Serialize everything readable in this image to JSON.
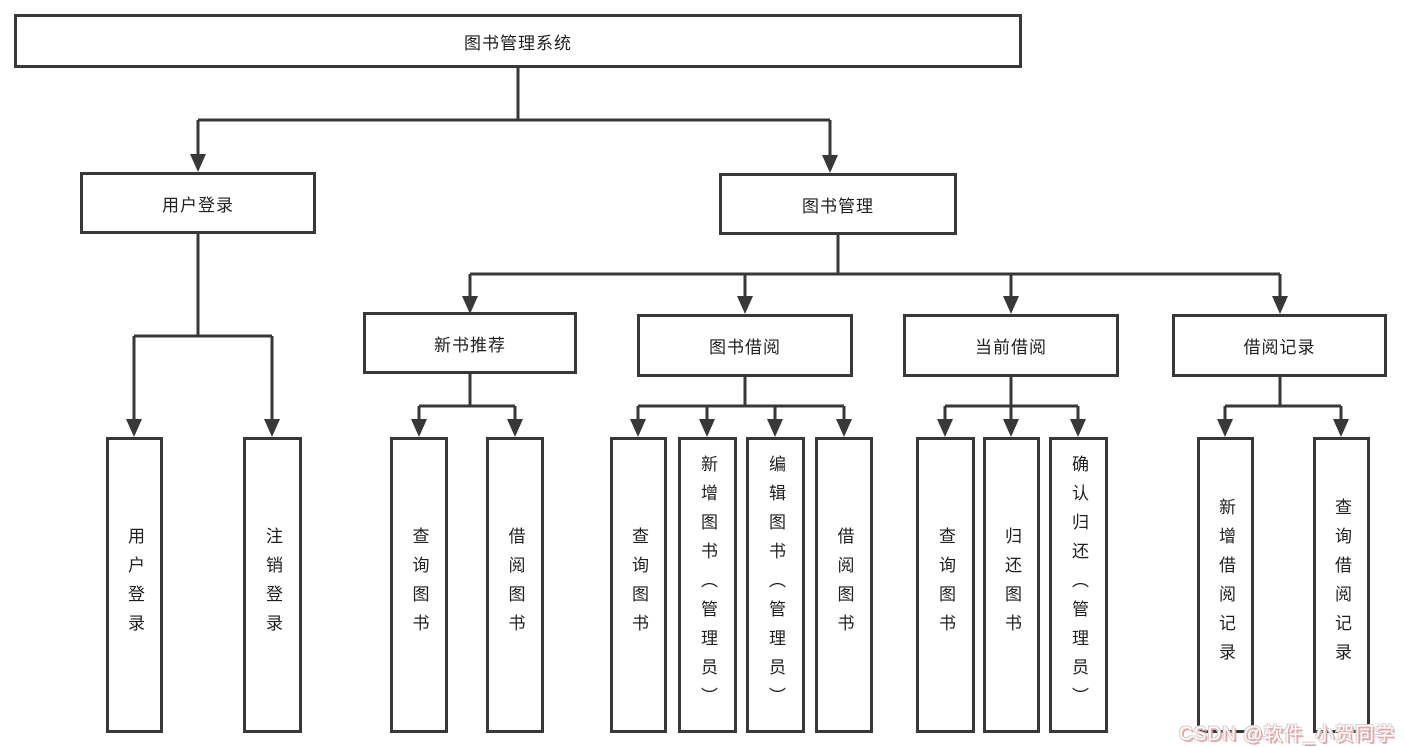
{
  "diagram": {
    "title": "图书管理系统",
    "tree": {
      "label": "图书管理系统",
      "children": [
        {
          "label": "用户登录",
          "children": [
            {
              "label": "用户登录"
            },
            {
              "label": "注销登录"
            }
          ]
        },
        {
          "label": "图书管理",
          "children": [
            {
              "label": "新书推荐",
              "children": [
                {
                  "label": "查询图书"
                },
                {
                  "label": "借阅图书"
                }
              ]
            },
            {
              "label": "图书借阅",
              "children": [
                {
                  "label": "查询图书"
                },
                {
                  "label": "新增图书（管理员）"
                },
                {
                  "label": "编辑图书（管理员）"
                },
                {
                  "label": "借阅图书"
                }
              ]
            },
            {
              "label": "当前借阅",
              "children": [
                {
                  "label": "查询图书"
                },
                {
                  "label": "归还图书"
                },
                {
                  "label": "确认归还（管理员）"
                }
              ]
            },
            {
              "label": "借阅记录",
              "children": [
                {
                  "label": "新增借阅记录"
                },
                {
                  "label": "查询借阅记录"
                }
              ]
            }
          ]
        }
      ]
    }
  },
  "watermark": {
    "text": "CSDN @软件_小贺同学"
  },
  "colors": {
    "line": "#383838",
    "box_border": "#383838",
    "text": "#1f1f1f",
    "background": "#ffffff",
    "watermark_pink": "#f19f9f",
    "watermark_white": "#ffffff"
  }
}
